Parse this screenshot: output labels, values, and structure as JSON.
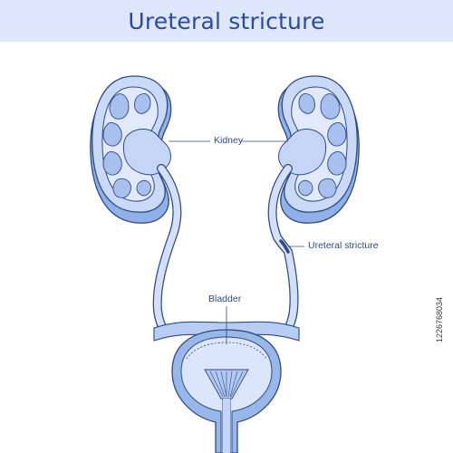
{
  "title": "Ureteral stricture",
  "labels": {
    "kidney": "Kidney",
    "ureteral_stricture": "Ureteral stricture",
    "bladder": "Bladder"
  },
  "stock_id": "1226768034",
  "colors": {
    "banner_bg": "#dde6fb",
    "title_text": "#2a4aa8",
    "organ_fill": "#9ab7ea",
    "organ_light": "#d3e0f8",
    "outline": "#2f4a86"
  }
}
